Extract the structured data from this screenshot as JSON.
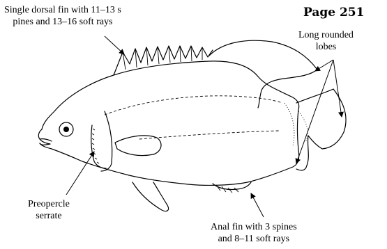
{
  "page": {
    "label": "Page 251"
  },
  "labels": {
    "dorsal": {
      "line1": "Single dorsal fin with 11–13 s",
      "line2": "pines and 13–16 soft rays"
    },
    "lobes": {
      "line1": "Long rounded",
      "line2": "lobes"
    },
    "preopercle": {
      "line1": "Preopercle",
      "line2": "serrate"
    },
    "anal": {
      "line1": "Anal fin with 3 spines",
      "line2": "and 8–11 soft rays"
    }
  }
}
